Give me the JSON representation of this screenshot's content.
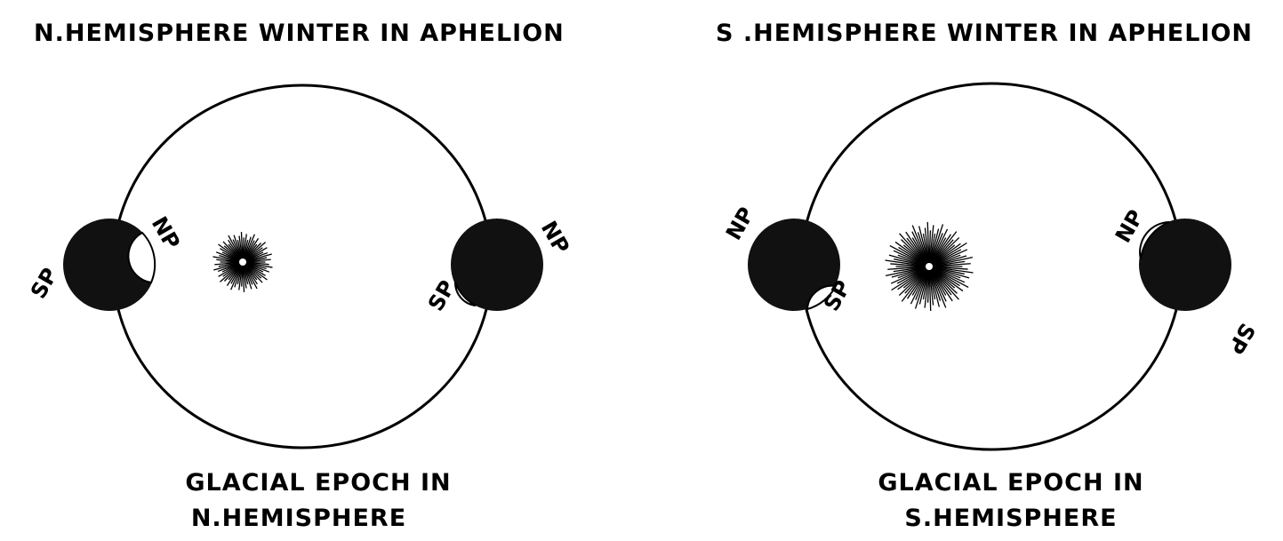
{
  "left_panel": {
    "title": "N.HEMISPHERE WINTER IN APHELION",
    "caption_line1": "GLACIAL EPOCH IN",
    "caption_line2": "N.HEMISPHERE",
    "earth_left": {
      "np": "NP",
      "sp": "SP"
    },
    "earth_right": {
      "np": "NP",
      "sp": "SP"
    }
  },
  "right_panel": {
    "title": "S .HEMISPHERE WINTER IN APHELION",
    "caption_line1": "GLACIAL EPOCH IN",
    "caption_line2": "S.HEMISPHERE",
    "earth_left": {
      "np": "NP",
      "sp": "SP"
    },
    "earth_right": {
      "np": "NP",
      "sp": "SP"
    }
  }
}
